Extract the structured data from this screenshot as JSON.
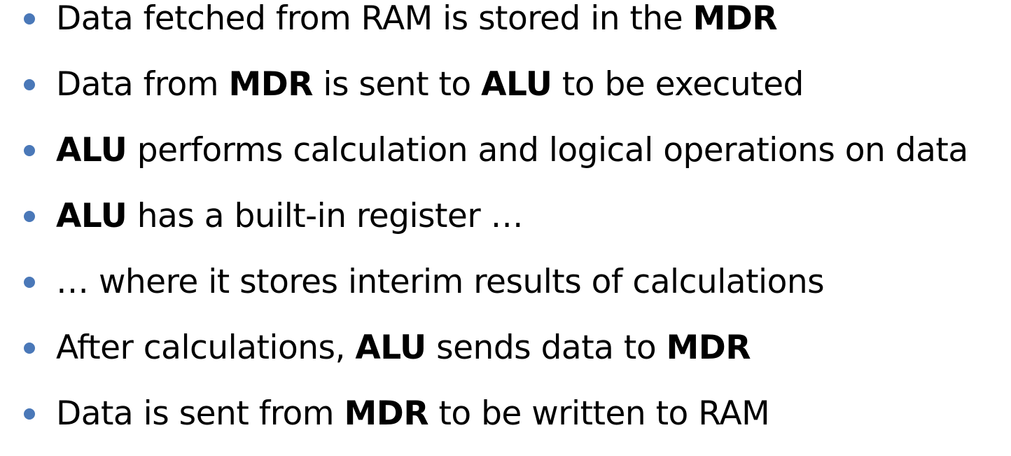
{
  "accent_color": "#4a78b8",
  "bullets": [
    {
      "segments": [
        {
          "text": "Data fetched from RAM is stored in the ",
          "bold": false
        },
        {
          "text": "MDR",
          "bold": true
        }
      ]
    },
    {
      "segments": [
        {
          "text": "Data from ",
          "bold": false
        },
        {
          "text": "MDR",
          "bold": true
        },
        {
          "text": " is sent to ",
          "bold": false
        },
        {
          "text": "ALU",
          "bold": true
        },
        {
          "text": " to be executed",
          "bold": false
        }
      ]
    },
    {
      "segments": [
        {
          "text": "ALU",
          "bold": true
        },
        {
          "text": " performs calculation and logical operations on data",
          "bold": false
        }
      ]
    },
    {
      "segments": [
        {
          "text": "ALU",
          "bold": true
        },
        {
          "text": " has a built-in register …",
          "bold": false
        }
      ]
    },
    {
      "segments": [
        {
          "text": "… where it stores interim results of calculations",
          "bold": false
        }
      ]
    },
    {
      "segments": [
        {
          "text": "After calculations, ",
          "bold": false
        },
        {
          "text": "ALU",
          "bold": true
        },
        {
          "text": " sends data to ",
          "bold": false
        },
        {
          "text": "MDR",
          "bold": true
        }
      ]
    },
    {
      "segments": [
        {
          "text": "Data is sent from ",
          "bold": false
        },
        {
          "text": "MDR",
          "bold": true
        },
        {
          "text": " to be written to RAM",
          "bold": false
        }
      ]
    }
  ]
}
